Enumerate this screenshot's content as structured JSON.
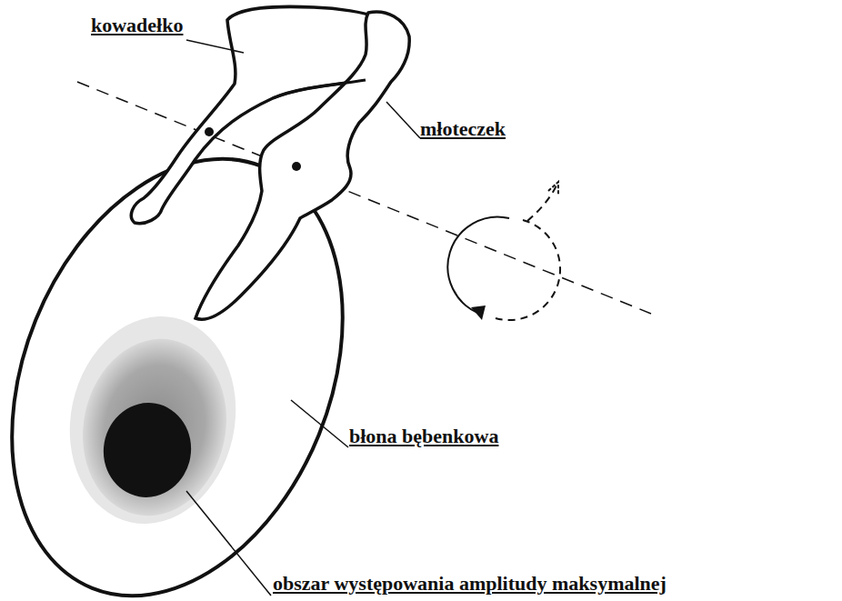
{
  "diagram": {
    "labels": [
      "kowadełko",
      "młoteczek",
      "błona bębenkowa",
      "obszar występowania amplitudy maksymalnej"
    ]
  }
}
